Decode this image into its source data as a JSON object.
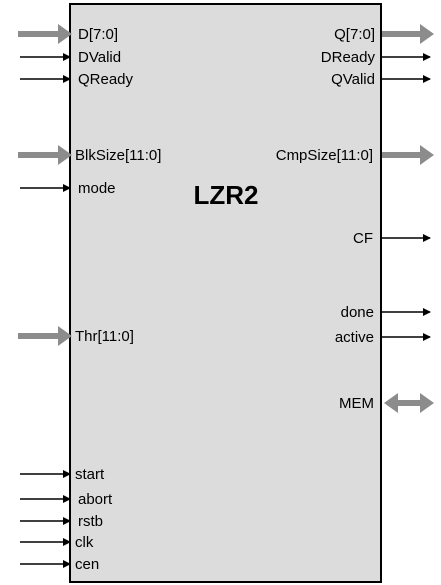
{
  "block": {
    "name": "LZR2",
    "fill": "#dcdcdc",
    "stroke": "#000000"
  },
  "colors": {
    "bus_arrow": "#8c8c8c",
    "signal_arrow": "#000000"
  },
  "inputs": [
    {
      "label": "D[7:0]",
      "bus": true
    },
    {
      "label": "DValid",
      "bus": false
    },
    {
      "label": "QReady",
      "bus": false
    },
    {
      "label": "BlkSize[11:0]",
      "bus": true
    },
    {
      "label": "mode",
      "bus": false
    },
    {
      "label": "Thr[11:0]",
      "bus": true
    },
    {
      "label": "start",
      "bus": false
    },
    {
      "label": "abort",
      "bus": false
    },
    {
      "label": "rstb",
      "bus": false
    },
    {
      "label": "clk",
      "bus": false
    },
    {
      "label": "cen",
      "bus": false
    }
  ],
  "outputs": [
    {
      "label": "Q[7:0]",
      "bus": true
    },
    {
      "label": "DReady",
      "bus": false
    },
    {
      "label": "QValid",
      "bus": false
    },
    {
      "label": "CmpSize[11:0]",
      "bus": true
    },
    {
      "label": "CF",
      "bus": false
    },
    {
      "label": "done",
      "bus": false
    },
    {
      "label": "active",
      "bus": false
    }
  ],
  "bidirectional": [
    {
      "label": "MEM",
      "bus": true
    }
  ]
}
